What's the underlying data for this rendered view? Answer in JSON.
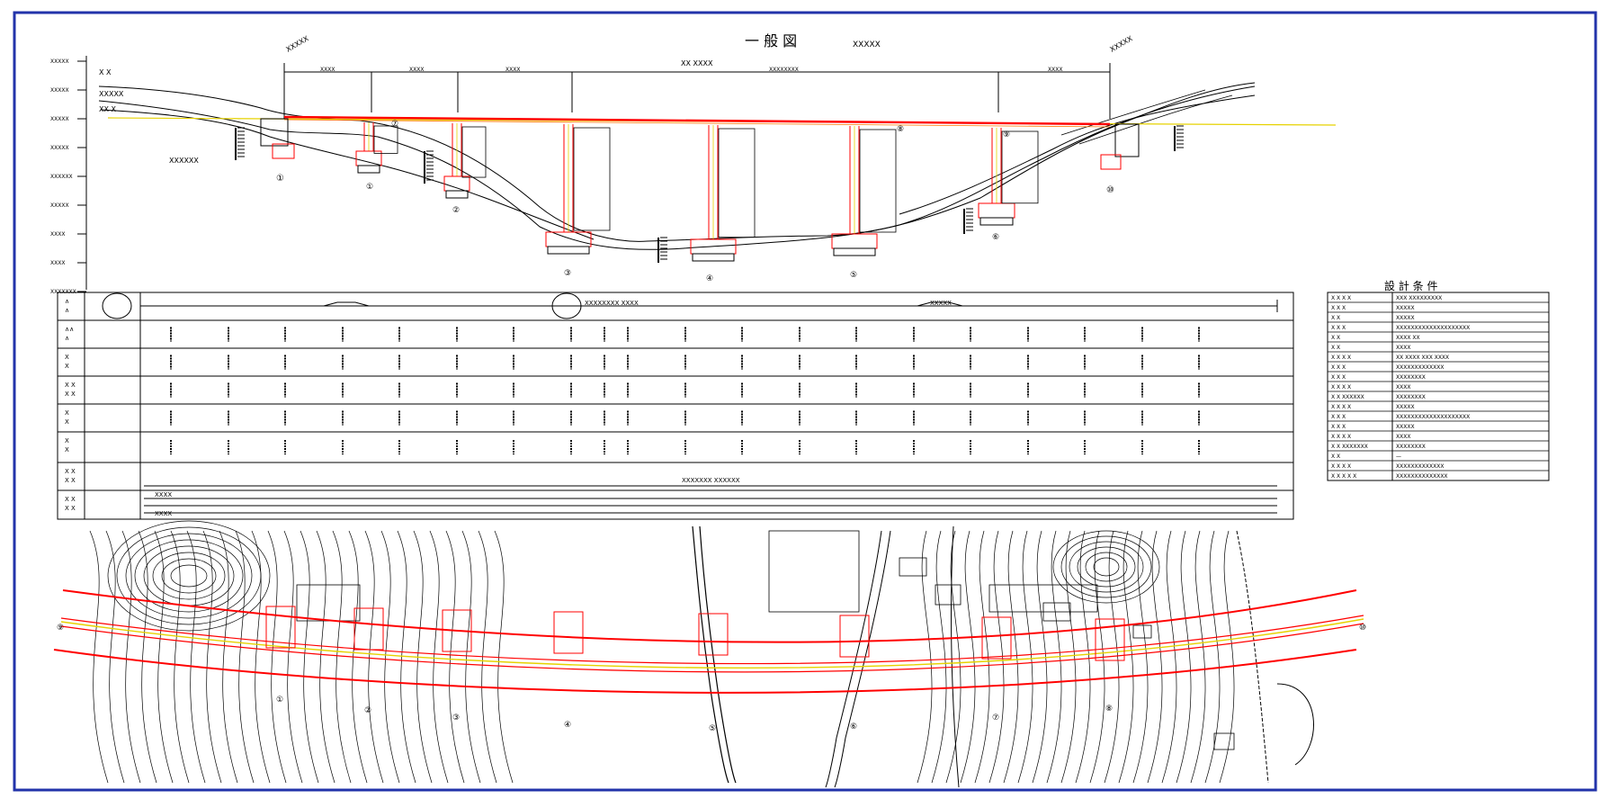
{
  "drawing": {
    "title": "一 般 図",
    "title_tag": "XXXXX",
    "span_marker": "XX XXXX",
    "left_abutment_mark": "XXXXX",
    "right_abutment_mark": "XXXXX"
  },
  "elevation": {
    "span_labels": [
      "XXXX",
      "XXXX",
      "XXXX",
      "XXXXXXXX",
      "XXXX"
    ],
    "level_labels": [
      "XXXXX",
      "XXXXX",
      "XXXXX",
      "XXXXX",
      "XXXXXX",
      "XXXXX",
      "XXXX",
      "XXXX",
      "XXXXXXX"
    ],
    "left_notes": [
      "X X",
      "XXXXX",
      "XX X"
    ],
    "ground_note": "XXXXXX",
    "support_labels": [
      "①",
      "②",
      "③",
      "④",
      "⑤",
      "⑥",
      "⑦",
      "⑧",
      "⑨"
    ],
    "support_left": "①",
    "support_right": "⑩"
  },
  "profile_table": {
    "row_labels": [
      "∧\n∧",
      "∧∧\n∧",
      "X\nX",
      "X X\nX X",
      "X\nX",
      "X\nX",
      "X X\nX X",
      "X X\nX X"
    ],
    "chainage_note": "XXXXXXX XXXXXX",
    "curve_label_a": "XXXXXXXX XXXX",
    "curve_label_b": "XXXXX",
    "bottom_note_1": "XXXX",
    "bottom_note_2": "XXXX"
  },
  "design_conditions": {
    "title": "設 計 条 件",
    "rows": [
      {
        "label": "X X X X",
        "value": "XXX XXXXXXXXX"
      },
      {
        "label": "X X X",
        "value": "XXXXX"
      },
      {
        "label": "X X",
        "value": "XXXXX"
      },
      {
        "label": "X X X",
        "value": "XXXXXXXXXXXXXXXXXXXX"
      },
      {
        "label": "X X",
        "value": "XXXX XX"
      },
      {
        "label": "X X",
        "value": "XXXX"
      },
      {
        "label": "X X X X",
        "value": "XX XXXX XXX XXXX"
      },
      {
        "label": "X X X",
        "value": "XXXXXXXXXXXXX"
      },
      {
        "label": "X X X",
        "value": "XXXXXXXX"
      },
      {
        "label": "X X X X",
        "value": "XXXX"
      },
      {
        "label": "X X XXXXXX",
        "value": "XXXXXXXX"
      },
      {
        "label": "X X X X",
        "value": "XXXXX"
      },
      {
        "label": "X X X",
        "value": "XXXXXXXXXXXXXXXXXXXX"
      },
      {
        "label": "X X X",
        "value": "XXXXX"
      },
      {
        "label": "X X X X",
        "value": "XXXX"
      },
      {
        "label": "X X XXXXXXX",
        "value": "XXXXXXXX"
      },
      {
        "label": "X X",
        "value": "—"
      },
      {
        "label": "X X X X",
        "value": "XXXXXXXXXXXXX"
      },
      {
        "label": "X X X X X",
        "value": "XXXXXXXXXXXXXX"
      }
    ]
  },
  "plan": {
    "support_labels": [
      "①",
      "②",
      "③",
      "④",
      "⑤",
      "⑥",
      "⑦",
      "⑧",
      "⑨",
      "⑩"
    ]
  },
  "colors": {
    "frame": "#2233aa",
    "structure": "#ff0000",
    "centerline": "#e6d200",
    "ink": "#000000"
  }
}
